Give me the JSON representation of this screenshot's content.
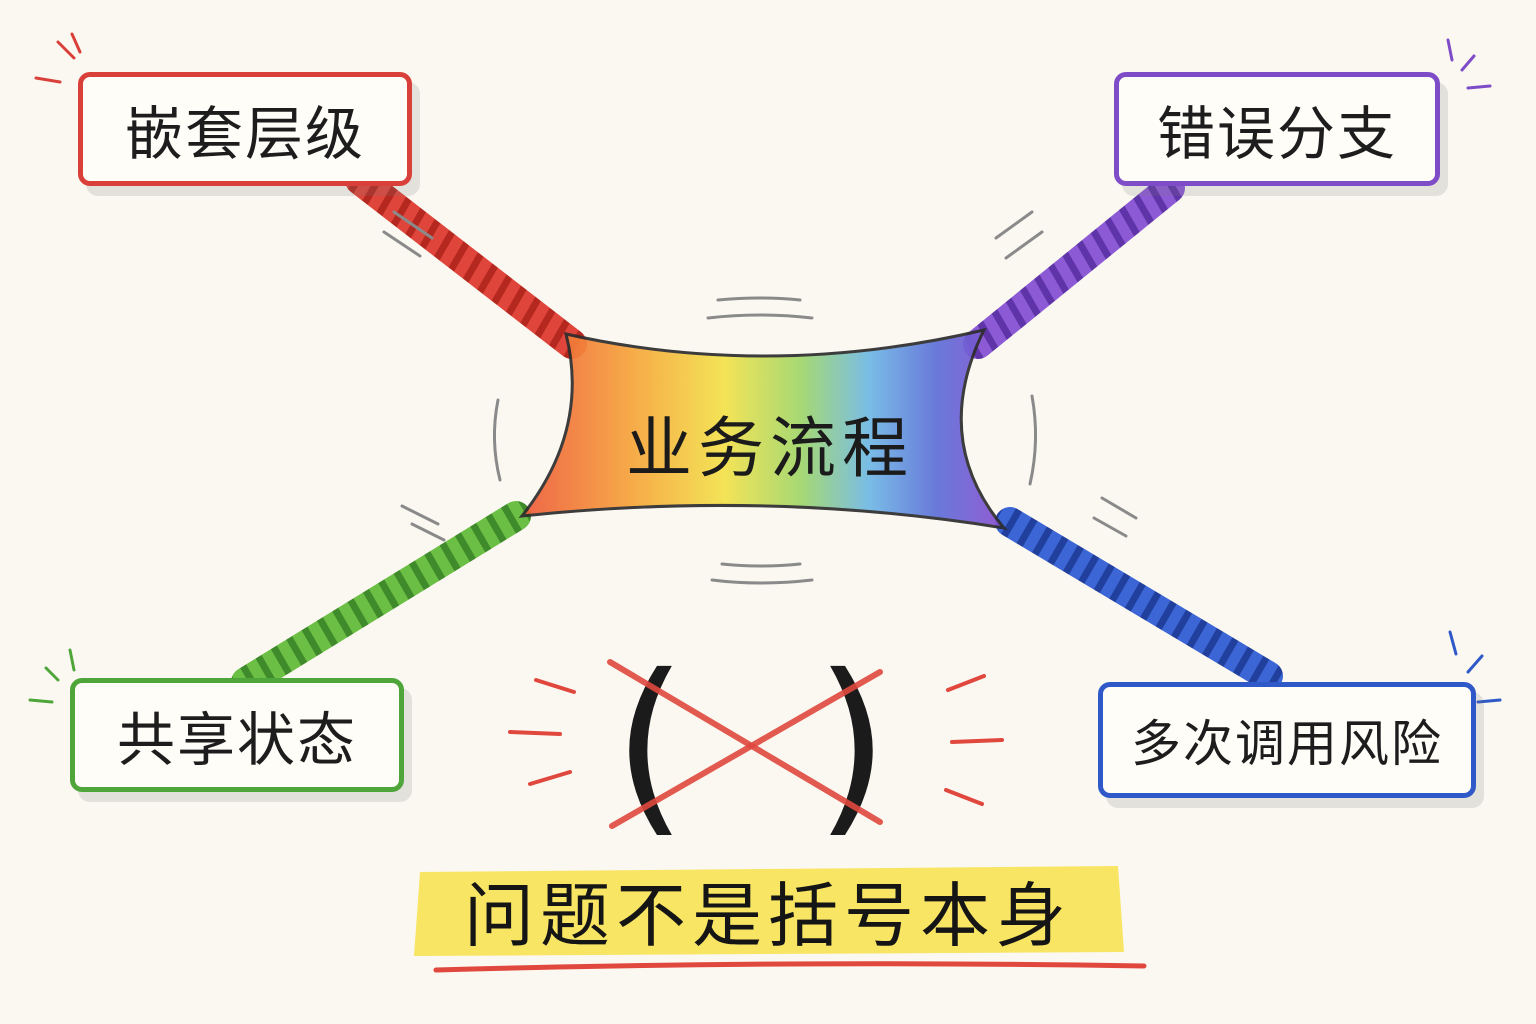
{
  "center": {
    "label": "业务流程"
  },
  "nodes": {
    "top_left": {
      "label": "嵌套层级",
      "color": "#d9403a"
    },
    "top_right": {
      "label": "错误分支",
      "color": "#7f4cc8"
    },
    "bottom_left": {
      "label": "共享状态",
      "color": "#4ea63a"
    },
    "bottom_right": {
      "label": "多次调用风险",
      "color": "#2f58c8"
    }
  },
  "parentheses": {
    "left": "(",
    "right": ")",
    "crossed_out": true,
    "cross_color": "#e0483e"
  },
  "caption": {
    "text": "问题不是括号本身",
    "highlight_color": "#f7e24a",
    "underline_color": "#e0483e"
  }
}
